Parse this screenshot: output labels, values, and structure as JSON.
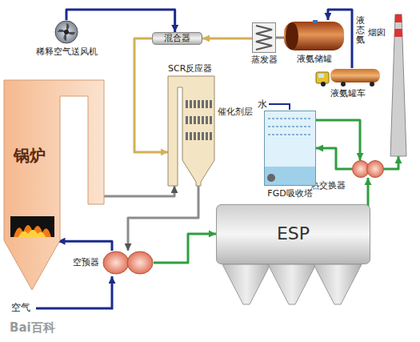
{
  "diagram": {
    "nodes": [
      {
        "text": [
          "稀释空气送风机"
        ]
      },
      {
        "text": [
          "混合器"
        ]
      },
      {
        "text": [
          "蒸发器"
        ]
      },
      {
        "text": [
          "液氨储罐"
        ]
      },
      {
        "text": [
          "液氨罐车"
        ]
      },
      {
        "text": [
          "锅炉"
        ]
      },
      {
        "text": [
          "SCR反应器",
          "催化剂层"
        ]
      },
      {
        "text": [
          "空预器"
        ]
      },
      {
        "text": [
          "ESP"
        ]
      },
      {
        "text": [
          "热交换器"
        ]
      },
      {
        "text": [
          "FGD吸收塔"
        ]
      },
      {
        "text": [
          "烟囱"
        ]
      }
    ],
    "edges": [
      {
        "from": 0,
        "to": 1,
        "arrow": "to"
      },
      {
        "from": 2,
        "to": 1,
        "arrow": "to"
      },
      {
        "from": 3,
        "to": 2,
        "arrow": "none"
      },
      {
        "from": 4,
        "to": 3,
        "label": "液态氨",
        "arrow": "to"
      },
      {
        "from": 1,
        "to": 6,
        "arrow": "to"
      },
      {
        "from": 5,
        "to": 6,
        "arrow": "to"
      },
      {
        "from": 6,
        "to": 7,
        "arrow": "to"
      },
      {
        "from": 7,
        "to": 5,
        "arrow": "to"
      },
      {
        "from": 7,
        "to": 8,
        "arrow": "to"
      },
      {
        "from": 8,
        "to": 9,
        "arrow": "to"
      },
      {
        "from": 9,
        "to": 10,
        "arrow": "to"
      },
      {
        "from": 10,
        "to": 9,
        "arrow": "to"
      },
      {
        "from": 9,
        "to": 11,
        "arrow": "to"
      }
    ],
    "labels": [
      "空气",
      "水",
      "Bai百科"
    ]
  }
}
